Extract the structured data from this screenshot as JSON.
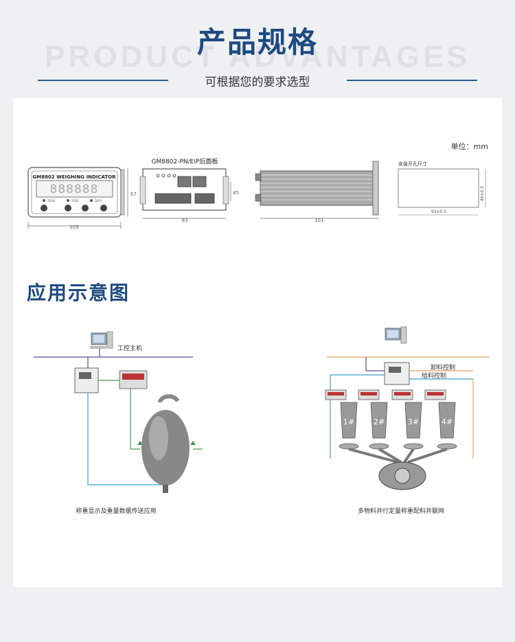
{
  "header": {
    "title": "产品规格",
    "background_word": "PRODUCT ADVANTAGES",
    "subtitle": "可根据您的要求选型"
  },
  "specs": {
    "unit": "单位：mm",
    "front_panel": {
      "brand_text": "GM8802 WEIGHING INDICATOR",
      "digits": "888888",
      "status_labels": [
        "ZERO",
        "STAB",
        "DATA"
      ],
      "width_dim": "105",
      "height_dim": "57"
    },
    "rear_panel": {
      "title": "GM8802-PN/EIP后面板",
      "width_dim": "93",
      "height_dim": "45"
    },
    "side_view": {
      "length_dim": "151"
    },
    "cutout": {
      "title": "安装开孔尺寸",
      "width_dim": "93±0.5",
      "height_dim": "46±0.5"
    }
  },
  "application": {
    "section_title": "应用示意图",
    "diagram1": {
      "host_label": "工控主机",
      "caption": "称重显示及重量数据传送应用"
    },
    "diagram2": {
      "unload_label": "卸料控制",
      "feed_label": "给料控制",
      "hopper_labels": [
        "1#",
        "2#",
        "3#",
        "4#"
      ],
      "caption": "多物料并行定量称重配料并联网"
    }
  },
  "colors": {
    "brand_blue": "#1d4a80",
    "line_purple": "#5a4a9a",
    "line_orange": "#e8a15a",
    "line_green": "#3a9a4a",
    "line_cyan": "#3aa0c8"
  }
}
